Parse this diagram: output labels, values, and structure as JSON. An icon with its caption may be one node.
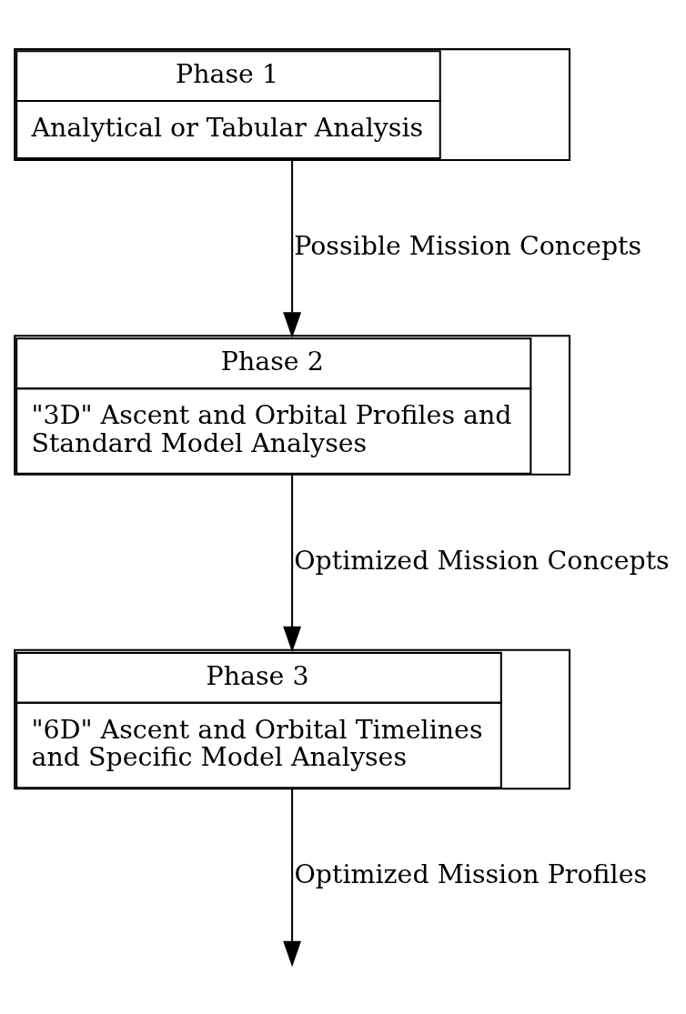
{
  "diagram": {
    "nodes": [
      {
        "text": [
          "Phase 1",
          "Analytical or Tabular Analysis"
        ]
      },
      {
        "text": [
          "Phase 2",
          "\"3D\" Ascent and Orbital Profiles and Standard Model Analyses"
        ]
      },
      {
        "text": [
          "Phase 3",
          "\"6D\" Ascent and Orbital Timelines and Specific Model Analyses"
        ]
      }
    ],
    "edges": [
      {
        "from": 0,
        "to": 1,
        "arrow": "to",
        "label": "Possible Mission Concepts"
      },
      {
        "from": 1,
        "to": 2,
        "arrow": "to",
        "label": "Optimized Mission Concepts"
      },
      {
        "from": 2,
        "to": null,
        "arrow": "to",
        "label": "Optimized Mission Profiles"
      }
    ]
  }
}
